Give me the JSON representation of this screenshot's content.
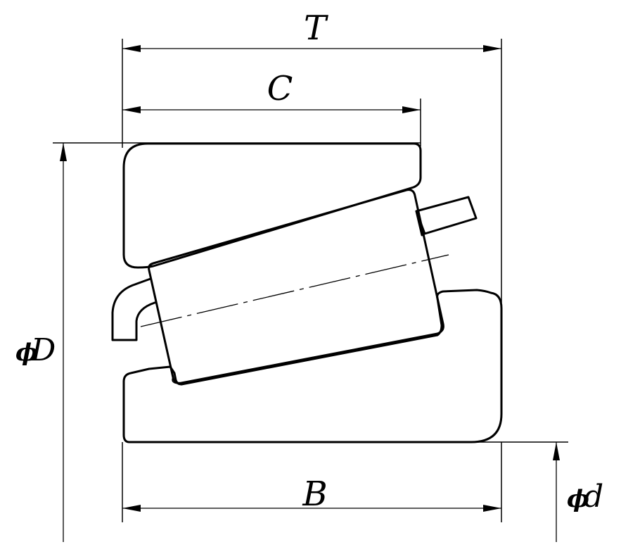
{
  "diagram": {
    "title": "",
    "labels": {
      "T": "T",
      "C": "C",
      "B": "B",
      "D_phi": "ϕ",
      "D": "D",
      "d_phi": "ϕ",
      "d": "d"
    }
  }
}
